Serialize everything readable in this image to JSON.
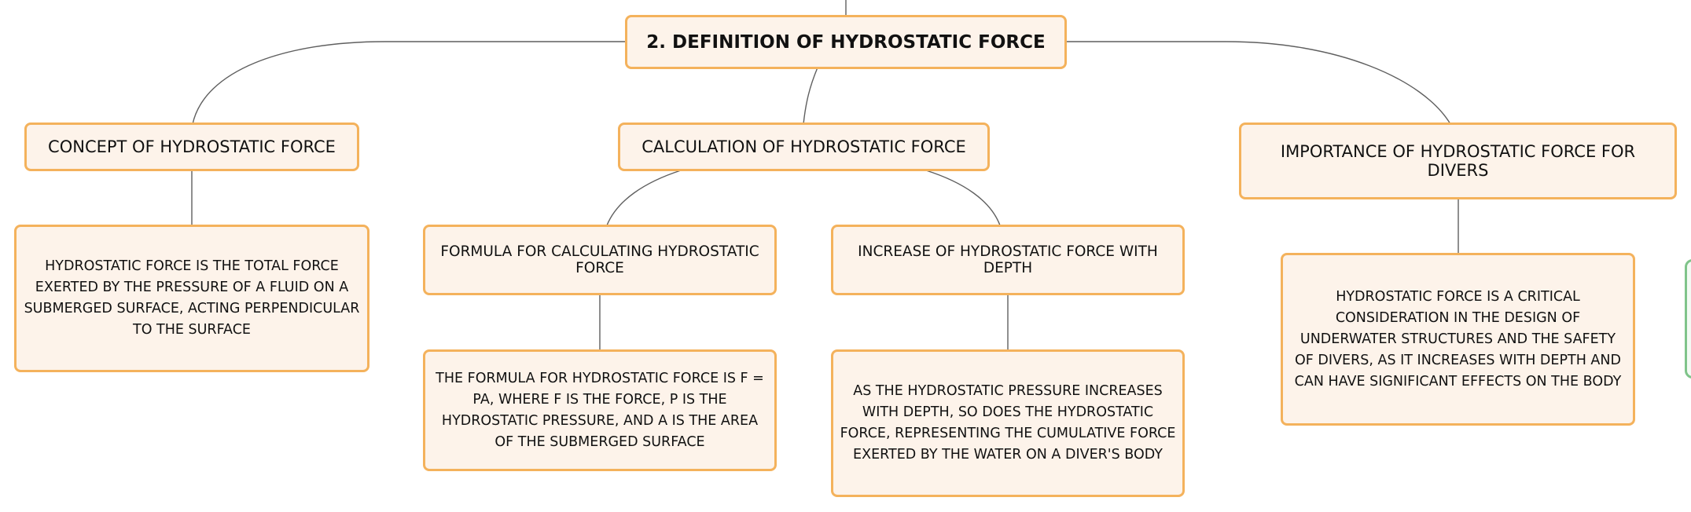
{
  "root": {
    "title": "2. DEFINITION OF HYDROSTATIC FORCE"
  },
  "branches": {
    "concept": {
      "title": "CONCEPT OF HYDROSTATIC FORCE",
      "detail": "HYDROSTATIC FORCE IS THE TOTAL FORCE EXERTED BY THE PRESSURE OF A FLUID ON A SUBMERGED SURFACE, ACTING PERPENDICULAR TO THE SURFACE"
    },
    "calculation": {
      "title": "CALCULATION OF HYDROSTATIC FORCE",
      "formula": {
        "title": "FORMULA FOR CALCULATING HYDROSTATIC FORCE",
        "detail": "THE FORMULA FOR HYDROSTATIC FORCE IS F = PA, WHERE F IS THE FORCE, P IS THE HYDROSTATIC PRESSURE, AND A IS THE AREA OF THE SUBMERGED SURFACE"
      },
      "depth": {
        "title": "INCREASE OF HYDROSTATIC FORCE WITH DEPTH",
        "detail": "AS THE HYDROSTATIC PRESSURE INCREASES WITH DEPTH, SO DOES THE HYDROSTATIC FORCE, REPRESENTING THE CUMULATIVE FORCE EXERTED BY THE WATER ON A DIVER'S BODY"
      }
    },
    "importance": {
      "title": "IMPORTANCE OF HYDROSTATIC FORCE FOR DIVERS",
      "detail": "HYDROSTATIC FORCE IS A CRITICAL CONSIDERATION IN THE DESIGN OF UNDERWATER STRUCTURES AND THE SAFETY OF DIVERS, AS IT INCREASES WITH DEPTH AND CAN HAVE SIGNIFICANT EFFECTS ON THE BODY"
    }
  },
  "colors": {
    "node_fill": "#fdf3ea",
    "node_border": "#f4b25c",
    "connector": "#5f5f5f",
    "edge_node_border": "#7fc48a"
  }
}
